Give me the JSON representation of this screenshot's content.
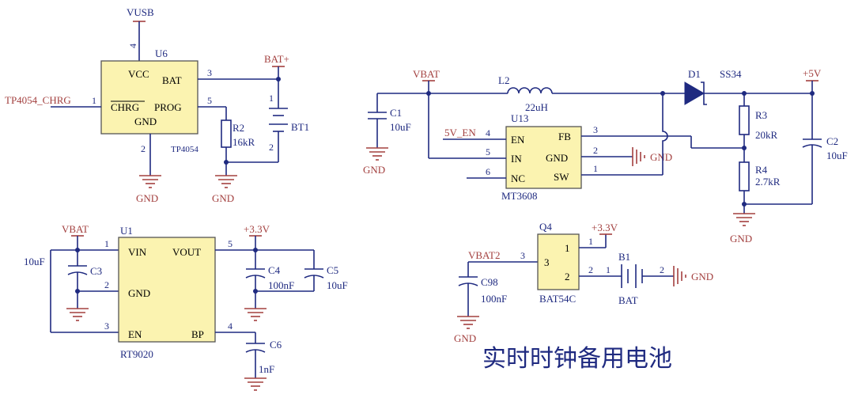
{
  "colors": {
    "wire": "#1f2a80",
    "power_net": "#a3403f",
    "ic_fill": "#fbf3b0"
  },
  "charger": {
    "vusb": "VUSB",
    "u6": "U6",
    "vcc": "VCC",
    "bat": "BAT",
    "chrg": "CHRG",
    "prog": "PROG",
    "gnd": "GND",
    "part": "TP4054",
    "pin4": "4",
    "pin3": "3",
    "pin5": "5",
    "pin2": "2",
    "pin1": "1",
    "chrg_net": "TP4054_CHRG",
    "bat_plus": "BAT+",
    "r2": "R2",
    "r2_val": "16kR",
    "bt1": "BT1",
    "bt1_pin1": "1",
    "bt1_pin2": "2",
    "gnd_u6": "GND",
    "gnd_r2": "GND"
  },
  "boost": {
    "vbat": "VBAT",
    "c1": "C1",
    "c1_val": "10uF",
    "gnd_c1": "GND",
    "l2": "L2",
    "l2_val": "22uH",
    "u13": "U13",
    "part": "MT3608",
    "en_net": "5V_EN",
    "pin_en": "EN",
    "pin_in": "IN",
    "pin_nc": "NC",
    "pin_fb": "FB",
    "pin_gnd": "GND",
    "pin_sw": "SW",
    "n4": "4",
    "n5": "5",
    "n6": "6",
    "n3": "3",
    "n2": "2",
    "n1": "1",
    "gnd_u13": "GND",
    "d1": "D1",
    "d1_part": "SS34",
    "plus5v": "+5V",
    "r3": "R3",
    "r3_val": "20kR",
    "r4": "R4",
    "r4_val": "2.7kR",
    "c2": "C2",
    "c2_val": "10uF",
    "gnd_r4": "GND"
  },
  "ldo": {
    "vbat": "VBAT",
    "u1": "U1",
    "part": "RT9020",
    "vin": "VIN",
    "vout": "VOUT",
    "gnd": "GND",
    "en": "EN",
    "bp": "BP",
    "p1": "1",
    "p2": "2",
    "p3": "3",
    "p5": "5",
    "p4": "4",
    "c_in_val": "10uF",
    "c3": "C3",
    "plus33": "+3.3V",
    "c4": "C4",
    "c4_val": "100nF",
    "c5": "C5",
    "c5_val": "10uF",
    "c6": "C6",
    "c6_val": "1nF"
  },
  "rtc": {
    "q4": "Q4",
    "plus33": "+3.3V",
    "vbat2": "VBAT2",
    "p3": "3",
    "p1": "1",
    "p2": "2",
    "in3": "3",
    "in1": "1",
    "in2": "2",
    "part": "BAT54C",
    "c98": "C98",
    "c98_val": "100nF",
    "gnd_c98": "GND",
    "b1": "B1",
    "b1_val": "BAT",
    "b1_p2": "2",
    "b1_p1": "1",
    "b1_p2r": "2",
    "gnd_b1": "GND",
    "title": "实时时钟备用电池"
  }
}
